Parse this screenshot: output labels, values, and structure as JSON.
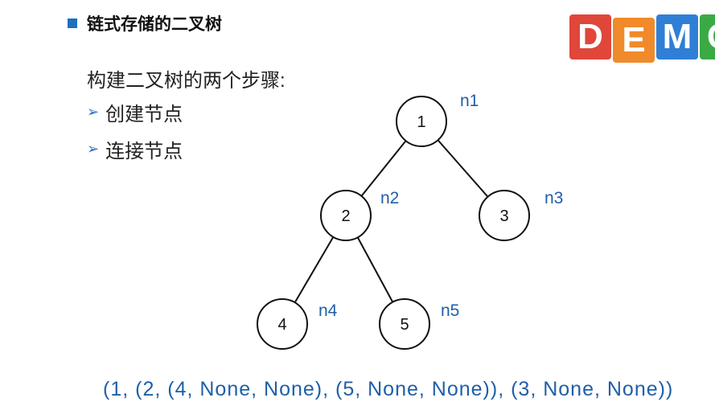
{
  "title": "链式存储的二叉树",
  "intro": "构建二叉树的两个步骤:",
  "steps": [
    "创建节点",
    "连接节点"
  ],
  "logo": {
    "letters": [
      "D",
      "E",
      "M",
      "O"
    ],
    "colors": [
      "#e0463a",
      "#f08a2a",
      "#2f7fd6",
      "#3aaa45"
    ]
  },
  "tree": {
    "nodes": [
      {
        "value": "1",
        "label": "n1"
      },
      {
        "value": "2",
        "label": "n2"
      },
      {
        "value": "3",
        "label": "n3"
      },
      {
        "value": "4",
        "label": "n4"
      },
      {
        "value": "5",
        "label": "n5"
      }
    ],
    "edges": [
      [
        0,
        1
      ],
      [
        0,
        2
      ],
      [
        1,
        3
      ],
      [
        1,
        4
      ]
    ],
    "label_color": "#1f5fa8"
  },
  "tuple": "(1, (2, (4, None, None), (5, None, None)), (3, None, None))"
}
